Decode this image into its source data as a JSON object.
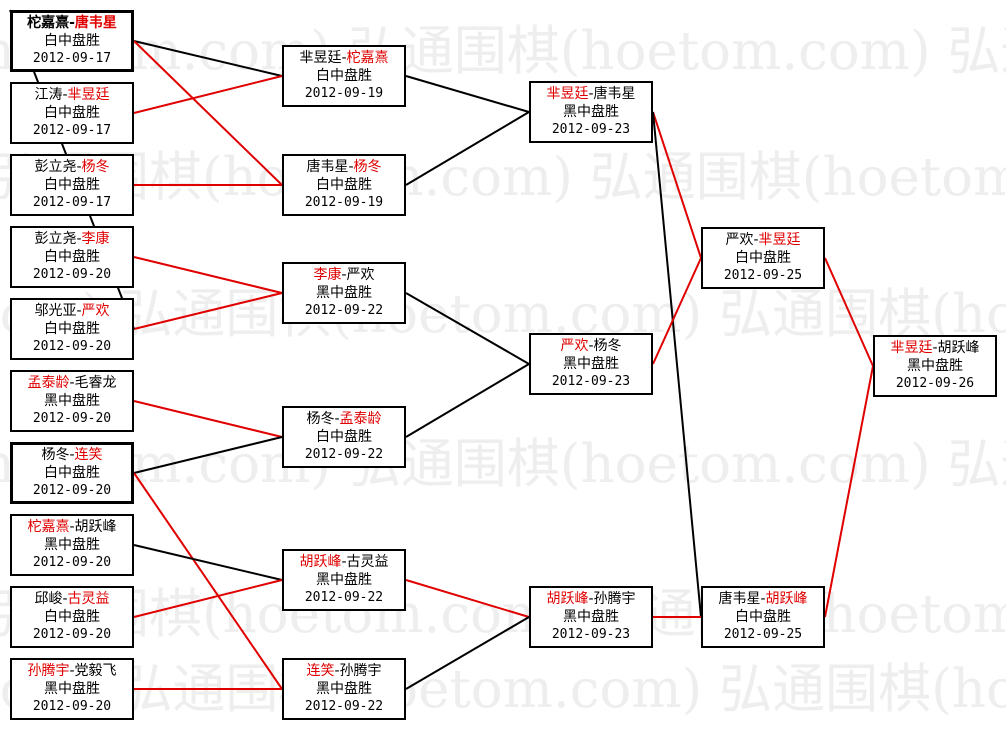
{
  "watermark": {
    "lines": [
      "(hoetom.com) 弘通围棋(hoetom.com) 弘通围棋(ho",
      "弘通围棋(hoetom.com) 弘通围棋(hoetom.com) 弘通围",
      "com) 弘通围棋(hoetom.com) 弘通围棋(hoetom.com)"
    ]
  },
  "colors": {
    "winner": "#e00000",
    "border": "#000000",
    "red_line": "#e00000",
    "black_line": "#000000"
  },
  "rounds": [
    {
      "name": "round-1",
      "matches": [
        {
          "p1": "柁嘉熹",
          "p2": "唐韦星",
          "winner": 2,
          "result": "白中盘胜",
          "date": "2012-09-17",
          "style": "thick-bold"
        },
        {
          "p1": "江涛",
          "p2": "芈昱廷",
          "winner": 2,
          "result": "白中盘胜",
          "date": "2012-09-17"
        },
        {
          "p1": "彭立尧",
          "p2": "杨冬",
          "winner": 2,
          "result": "白中盘胜",
          "date": "2012-09-17"
        },
        {
          "p1": "彭立尧",
          "p2": "李康",
          "winner": 2,
          "result": "白中盘胜",
          "date": "2012-09-20"
        },
        {
          "p1": "邬光亚",
          "p2": "严欢",
          "winner": 2,
          "result": "白中盘胜",
          "date": "2012-09-20"
        },
        {
          "p1": "孟泰龄",
          "p2": "毛睿龙",
          "winner": 1,
          "result": "黑中盘胜",
          "date": "2012-09-20"
        },
        {
          "p1": "杨冬",
          "p2": "连笑",
          "winner": 2,
          "result": "白中盘胜",
          "date": "2012-09-20",
          "style": "thick"
        },
        {
          "p1": "柁嘉熹",
          "p2": "胡跃峰",
          "winner": 1,
          "result": "黑中盘胜",
          "date": "2012-09-20"
        },
        {
          "p1": "邱峻",
          "p2": "古灵益",
          "winner": 2,
          "result": "白中盘胜",
          "date": "2012-09-20"
        },
        {
          "p1": "孙腾宇",
          "p2": "党毅飞",
          "winner": 1,
          "result": "黑中盘胜",
          "date": "2012-09-20"
        }
      ]
    },
    {
      "name": "round-2",
      "matches": [
        {
          "p1": "芈昱廷",
          "p2": "柁嘉熹",
          "winner": 2,
          "result": "白中盘胜",
          "date": "2012-09-19"
        },
        {
          "p1": "唐韦星",
          "p2": "杨冬",
          "winner": 2,
          "result": "白中盘胜",
          "date": "2012-09-19"
        },
        {
          "p1": "李康",
          "p2": "严欢",
          "winner": 1,
          "result": "黑中盘胜",
          "date": "2012-09-22"
        },
        {
          "p1": "杨冬",
          "p2": "孟泰龄",
          "winner": 2,
          "result": "白中盘胜",
          "date": "2012-09-22"
        },
        {
          "p1": "胡跃峰",
          "p2": "古灵益",
          "winner": 1,
          "result": "黑中盘胜",
          "date": "2012-09-22"
        },
        {
          "p1": "连笑",
          "p2": "孙腾宇",
          "winner": 1,
          "result": "黑中盘胜",
          "date": "2012-09-22"
        }
      ]
    },
    {
      "name": "round-3",
      "matches": [
        {
          "p1": "芈昱廷",
          "p2": "唐韦星",
          "winner": 1,
          "result": "黑中盘胜",
          "date": "2012-09-23"
        },
        {
          "p1": "严欢",
          "p2": "杨冬",
          "winner": 1,
          "result": "黑中盘胜",
          "date": "2012-09-23"
        },
        {
          "p1": "胡跃峰",
          "p2": "孙腾宇",
          "winner": 1,
          "result": "黑中盘胜",
          "date": "2012-09-23"
        }
      ]
    },
    {
      "name": "round-4",
      "matches": [
        {
          "p1": "严欢",
          "p2": "芈昱廷",
          "winner": 2,
          "result": "白中盘胜",
          "date": "2012-09-25"
        },
        {
          "p1": "唐韦星",
          "p2": "胡跃峰",
          "winner": 2,
          "result": "白中盘胜",
          "date": "2012-09-25"
        }
      ]
    },
    {
      "name": "final",
      "matches": [
        {
          "p1": "芈昱廷",
          "p2": "胡跃峰",
          "winner": 1,
          "result": "黑中盘胜",
          "date": "2012-09-26"
        }
      ]
    }
  ],
  "connections": [
    {
      "from": [
        0,
        0
      ],
      "to": [
        1,
        0
      ],
      "color": "black"
    },
    {
      "from": [
        0,
        0
      ],
      "to": [
        1,
        1
      ],
      "color": "red"
    },
    {
      "from": [
        0,
        1
      ],
      "to": [
        1,
        0
      ],
      "color": "red"
    },
    {
      "from": [
        0,
        2
      ],
      "to": [
        1,
        1
      ],
      "color": "red"
    },
    {
      "from": [
        0,
        3
      ],
      "to": [
        1,
        2
      ],
      "color": "red"
    },
    {
      "from": [
        0,
        4
      ],
      "to": [
        1,
        2
      ],
      "color": "red"
    },
    {
      "from": [
        0,
        5
      ],
      "to": [
        1,
        3
      ],
      "color": "red"
    },
    {
      "from": [
        0,
        6
      ],
      "to": [
        1,
        3
      ],
      "color": "black"
    },
    {
      "from": [
        0,
        6
      ],
      "to": [
        1,
        5
      ],
      "color": "red"
    },
    {
      "from": [
        0,
        7
      ],
      "to": [
        1,
        4
      ],
      "color": "black"
    },
    {
      "from": [
        0,
        8
      ],
      "to": [
        1,
        4
      ],
      "color": "red"
    },
    {
      "from": [
        0,
        9
      ],
      "to": [
        1,
        5
      ],
      "color": "red"
    },
    {
      "from": [
        1,
        0
      ],
      "to": [
        2,
        0
      ],
      "color": "black"
    },
    {
      "from": [
        1,
        1
      ],
      "to": [
        2,
        0
      ],
      "color": "black"
    },
    {
      "from": [
        1,
        2
      ],
      "to": [
        2,
        1
      ],
      "color": "black"
    },
    {
      "from": [
        1,
        3
      ],
      "to": [
        2,
        1
      ],
      "color": "black"
    },
    {
      "from": [
        1,
        4
      ],
      "to": [
        2,
        2
      ],
      "color": "red"
    },
    {
      "from": [
        1,
        5
      ],
      "to": [
        2,
        2
      ],
      "color": "black"
    },
    {
      "from": [
        2,
        0
      ],
      "to": [
        3,
        0
      ],
      "color": "red"
    },
    {
      "from": [
        2,
        0
      ],
      "to": [
        3,
        1
      ],
      "color": "black"
    },
    {
      "from": [
        2,
        1
      ],
      "to": [
        3,
        0
      ],
      "color": "red"
    },
    {
      "from": [
        2,
        2
      ],
      "to": [
        3,
        1
      ],
      "color": "red"
    },
    {
      "from": [
        3,
        0
      ],
      "to": [
        4,
        0
      ],
      "color": "red"
    },
    {
      "from": [
        3,
        1
      ],
      "to": [
        4,
        0
      ],
      "color": "red"
    }
  ],
  "cross_lines": [
    {
      "from_node": [
        0,
        0
      ],
      "to_node": [
        0,
        4
      ],
      "color": "black"
    }
  ]
}
